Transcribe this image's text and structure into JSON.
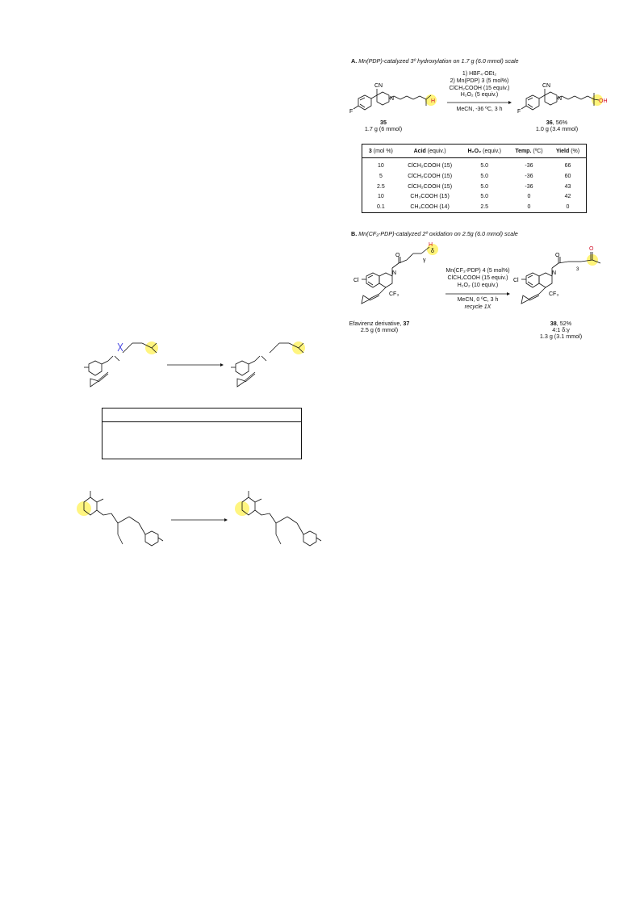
{
  "schemeA": {
    "letter": "A.",
    "title": "Mn(PDP)-catalyzed 3º hydroxylation on 1.7 g (6.0 mmol) scale",
    "conditions": [
      "1) HBF₄·OEt₂",
      "2) Mn(PDP) 3 (5 mol%)",
      "ClCH₂COOH (15 equiv.)",
      "H₂O₂ (5 equiv.)"
    ],
    "conditions_below": "MeCN, -36 ºC, 3 h",
    "sm_number": "35",
    "sm_amount": "1.7 g (6 mmol)",
    "product_number": "36",
    "product_yield": ", 56%",
    "product_amount": "1.0 g (3.4 mmol)",
    "atom_labels": {
      "cn": "CN",
      "n": "N",
      "f": "F",
      "h": "H",
      "oh": "OH"
    }
  },
  "table": {
    "headers": [
      {
        "bold": "3",
        "rest": " (mol %)"
      },
      {
        "bold": "Acid",
        "rest": " (equiv.)"
      },
      {
        "bold": "H₂O₂",
        "rest": " (equiv.)"
      },
      {
        "bold": "Temp.",
        "rest": " (ºC)"
      },
      {
        "bold": "Yield",
        "rest": " (%)"
      }
    ],
    "rows": [
      [
        "10",
        "ClCH₂COOH (15)",
        "5.0",
        "-36",
        "66"
      ],
      [
        "5",
        "ClCH₂COOH (15)",
        "5.0",
        "-36",
        "60"
      ],
      [
        "2.5",
        "ClCH₂COOH (15)",
        "5.0",
        "-36",
        "43"
      ],
      [
        "10",
        "CH₃COOH (15)",
        "5.0",
        "0",
        "42"
      ],
      [
        "0.1",
        "CH₃COOH (14)",
        "2.5",
        "0",
        "0"
      ]
    ]
  },
  "schemeB": {
    "letter": "B.",
    "title": "Mn(CF₃-PDP)-catalyzed 2º oxidation on 2.5g (6.0 mmol) scale",
    "conditions": [
      "Mn(CF₃-PDP) 4 (5 mol%)",
      "ClCH₂COOH (15 equiv.)",
      "H₂O₂ (10 equiv.)"
    ],
    "conditions_below": [
      "MeCN, 0 ºC, 3 h",
      "recycle 1X"
    ],
    "sm_name": "Efavirenz derivative, ",
    "sm_number": "37",
    "sm_amount": "2.5 g (6 mmol)",
    "product_number": "38",
    "product_yield": ", 52%",
    "product_ratio": "4:1 δ:γ",
    "product_amount": "1.3 g (3.1 mmol)",
    "atom_labels": {
      "cl": "Cl",
      "n": "N",
      "o": "O",
      "cf3": "CF₃",
      "h": "H",
      "delta": "δ",
      "gamma": "γ",
      "sub3": "3"
    }
  }
}
